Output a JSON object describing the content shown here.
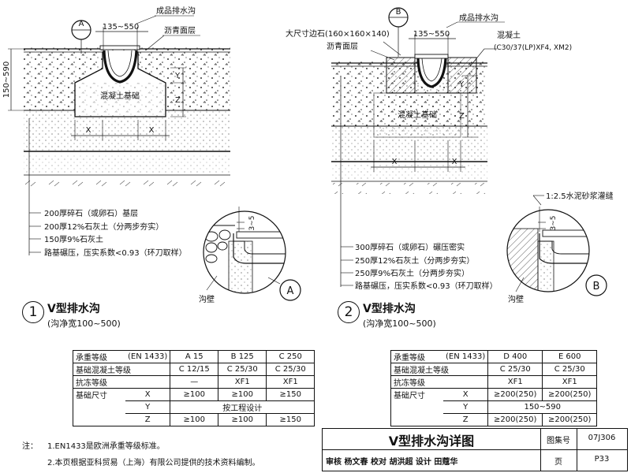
{
  "drawing": {
    "left": {
      "section_mark": "A",
      "width_dim": "135~550",
      "depth_dim": "150~590",
      "label_channel": "成品排水沟",
      "label_asphalt": "沥青面层",
      "label_base": "混凝土基础",
      "dim_x": "X",
      "dim_y": "Y",
      "dim_z": "Z",
      "layers": [
        "200厚碎石（或卵石）基层",
        "200厚12%石灰土（分两步夯实）",
        "150厚9%石灰土",
        "路基碾压，压实系数<0.93（环刀取样）"
      ],
      "detail_mark": "A",
      "detail_dim": "3~5",
      "wall_label": "沟壁",
      "caption_num": "1",
      "caption_title": "V型排水沟",
      "caption_sub": "(沟净宽100~500)"
    },
    "right": {
      "section_mark": "B",
      "width_dim": "135~550",
      "label_curb": "大尺寸边石(160×160×140)",
      "label_channel": "成品排水沟",
      "label_concrete": "混凝土",
      "label_concrete_grade": "(C30/37(LP)XF4, XM2)",
      "label_asphalt": "沥青面层",
      "label_base": "混凝土基础",
      "dim_x": "X",
      "dim_y": "Y",
      "dim_z": "Z",
      "layers": [
        "300厚碎石（或卵石）碾压密实",
        "250厚12%石灰土（分两步夯实）",
        "250厚9%石灰土（分两步夯实）",
        "路基碾压，压实系数<0.93（环刀取样）"
      ],
      "grout_label": "1:2.5水泥砂浆灌缝",
      "detail_mark": "B",
      "detail_dim": "3~5",
      "wall_label": "沟壁",
      "caption_num": "2",
      "caption_title": "V型排水沟",
      "caption_sub": "(沟净宽100~500)"
    }
  },
  "table_left": {
    "rows": [
      [
        "承重等级",
        "(EN 1433)",
        "A 15",
        "B 125",
        "C 250"
      ],
      [
        "基础混凝土等级",
        "",
        "C 12/15",
        "C 25/30",
        "C 25/30"
      ],
      [
        "抗冻等级",
        "",
        "—",
        "XF1",
        "XF1"
      ],
      [
        "基础尺寸",
        "X",
        "≥100",
        "≥100",
        "≥150"
      ],
      [
        "",
        "Y",
        "按工程设计"
      ],
      [
        "",
        "Z",
        "≥100",
        "≥100",
        "≥150"
      ]
    ]
  },
  "table_right": {
    "rows": [
      [
        "承重等级",
        "(EN 1433)",
        "D 400",
        "E 600"
      ],
      [
        "基础混凝土等级",
        "",
        "C 25/30",
        "C 25/30"
      ],
      [
        "抗冻等级",
        "",
        "XF1",
        "XF1"
      ],
      [
        "基础尺寸",
        "X",
        "≥200(250)",
        "≥200(250)"
      ],
      [
        "",
        "Y",
        "150~590"
      ],
      [
        "",
        "Z",
        "≥200(250)",
        "≥200(250)"
      ]
    ]
  },
  "notes": {
    "heading": "注：",
    "items": [
      "1.EN1433是欧洲承重等级标准。",
      "2.本页根据亚科贸易（上海）有限公司提供的技术资料编制。"
    ]
  },
  "title_block": {
    "title": "V型排水沟详图",
    "atlas_label": "图集号",
    "atlas_no": "07J306",
    "page_label": "页",
    "page_no": "P33",
    "roles": "审核 杨文春  校对 胡洪超  设计 田蔻华"
  }
}
